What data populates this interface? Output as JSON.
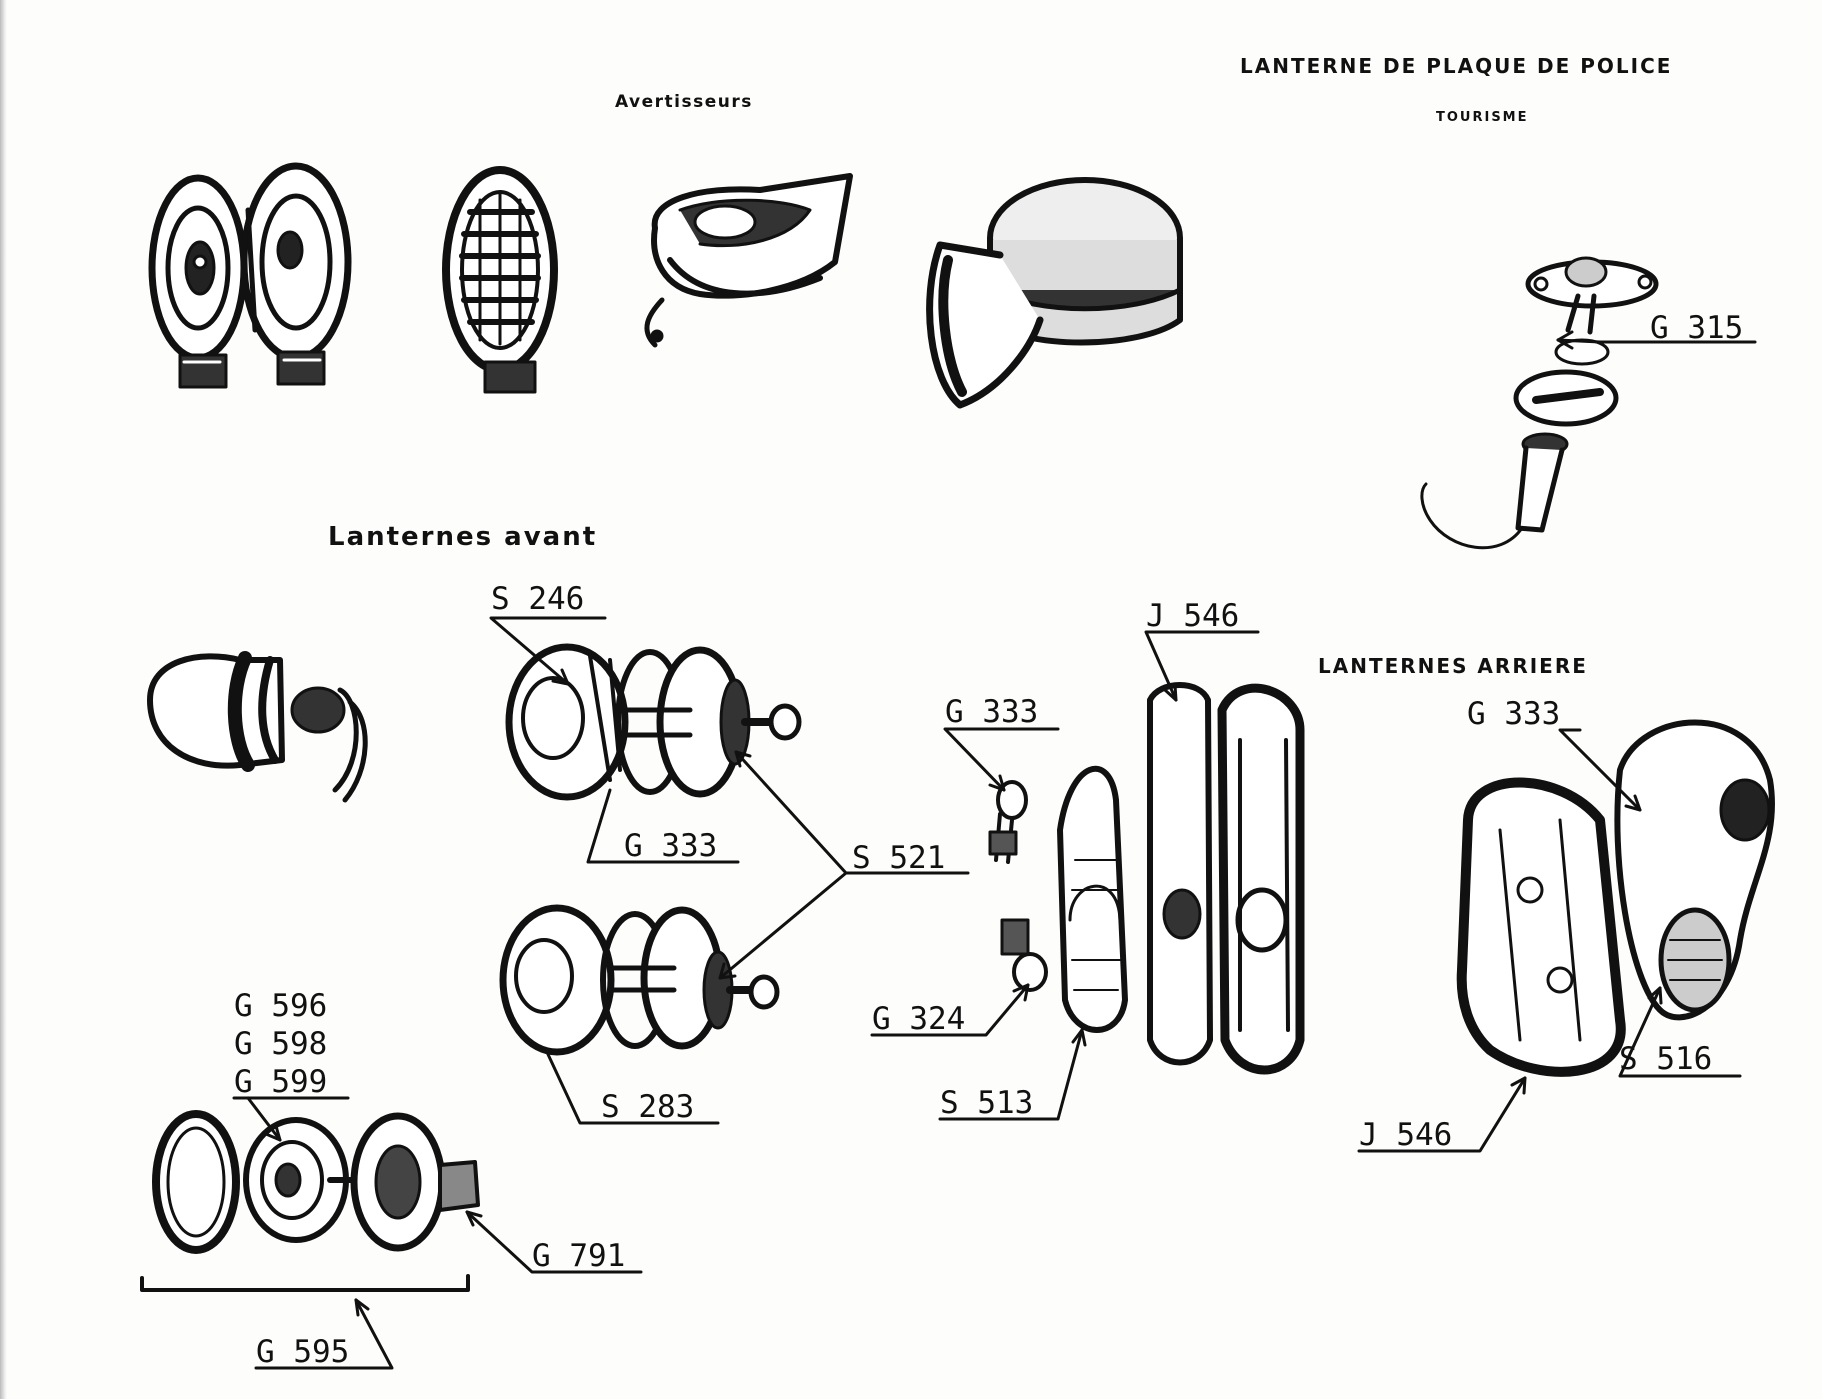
{
  "headings": {
    "avertisseurs": "Avertisseurs",
    "lanterne_plaque": "LANTERNE DE PLAQUE DE POLICE",
    "tourisme": "TOURISME",
    "lanternes_avant": "Lanternes avant",
    "lanternes_arriere": "LANTERNES  ARRIERE"
  },
  "part_labels": {
    "g315": "G 315",
    "s246": "S 246",
    "g333_front": "G 333",
    "s521": "S 521",
    "s283": "S 283",
    "g596": "G 596",
    "g598": "G 598",
    "g599": "G 599",
    "g791": "G 791",
    "g595": "G 595",
    "j546_rear_left": "J 546",
    "g333_rear_left": "G 333",
    "g324": "G 324",
    "s513": "S 513",
    "g333_rear_right": "G 333",
    "s516": "S 516",
    "j546_rear_right": "J 546"
  },
  "colors": {
    "ink": "#111111",
    "paper": "#fdfdfb"
  }
}
